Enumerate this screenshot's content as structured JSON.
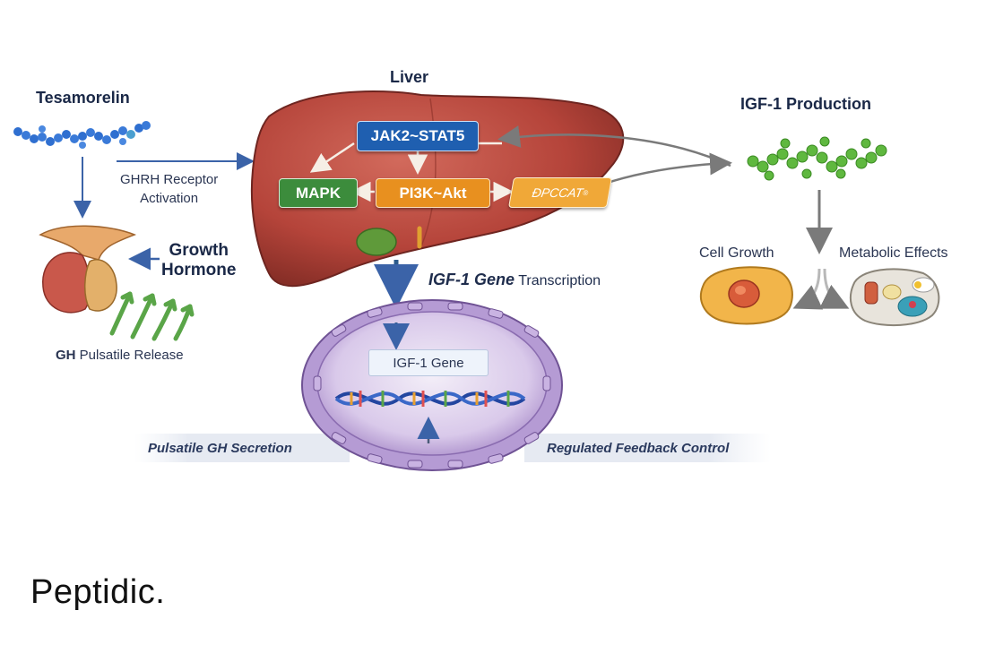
{
  "tesamorelin": "Tesamorelin",
  "ghrh_receptor": [
    "GHRH Receptor",
    "Activation"
  ],
  "growth_hormone": [
    "Growth",
    "Hormone"
  ],
  "gh_release": {
    "prefix": "GH",
    "rest": " Pulsatile Release"
  },
  "liver": "Liver",
  "jak_stat": "JAK2~STAT5",
  "mapk": "MAPK",
  "pi3k": "PI3K~Akt",
  "dpccat": "ÐPCCAT",
  "dpccat_sup": "®",
  "transcription": {
    "bold": "IGF-1 Gene",
    "rest": " Transcription"
  },
  "igf_gene": "IGF-1 Gene",
  "igf_production": "IGF-1 Production",
  "cell_growth": "Cell Growth",
  "metabolic_effects": "Metabolic Effects",
  "pulsatile_secretion": "Pulsatile GH Secretion",
  "feedback_control": "Regulated Feedback Control",
  "brand": "Peptidic.",
  "colors": {
    "liver": "#b5443a",
    "jak": "#1f5fb0",
    "mapk": "#3c8c3c",
    "pi3k": "#e8901f",
    "dpccat": "#f0a838",
    "peptide_blue": "#2f6fd0",
    "peptide_green": "#5fb83f",
    "nucleus": "#9a7cc0"
  }
}
